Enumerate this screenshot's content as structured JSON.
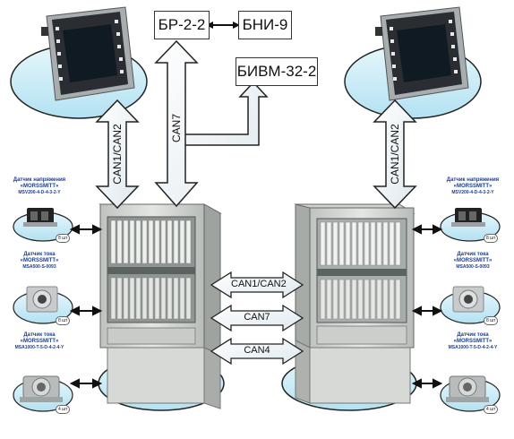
{
  "blocks": {
    "br": "БР-2-2",
    "bni": "БНИ-9",
    "bivm": "БИВМ-32-2"
  },
  "links": {
    "can7_vertical": "CAN7",
    "left_can12": "CAN1/CAN2",
    "right_can12": "CAN1/CAN2",
    "mid_can12": "CAN1/CAN2",
    "mid_can7": "CAN7",
    "mid_can4": "CAN4"
  },
  "sensors": {
    "voltage": {
      "title1": "Датчик напряжения",
      "title2": "«MORSSMITT»",
      "model": "MSV200-4-D-4-3-2-Y",
      "qty": "8 шт"
    },
    "current1": {
      "title1": "Датчик тока",
      "title2": "«MORSSMITT»",
      "model": "MSA500-S-0093",
      "qty": "8 шт"
    },
    "current2": {
      "title1": "Датчик тока",
      "title2": "«MORSSMITT»",
      "model": "MSA1000-T-5-D-4-2-4-Y",
      "qty": "4 шт"
    }
  },
  "colors": {
    "ellipse_fill": "#c9ecf7",
    "arrow_fill": "#ffffff",
    "cabinet": "#d9dcd9",
    "panel": "#2b3036"
  }
}
